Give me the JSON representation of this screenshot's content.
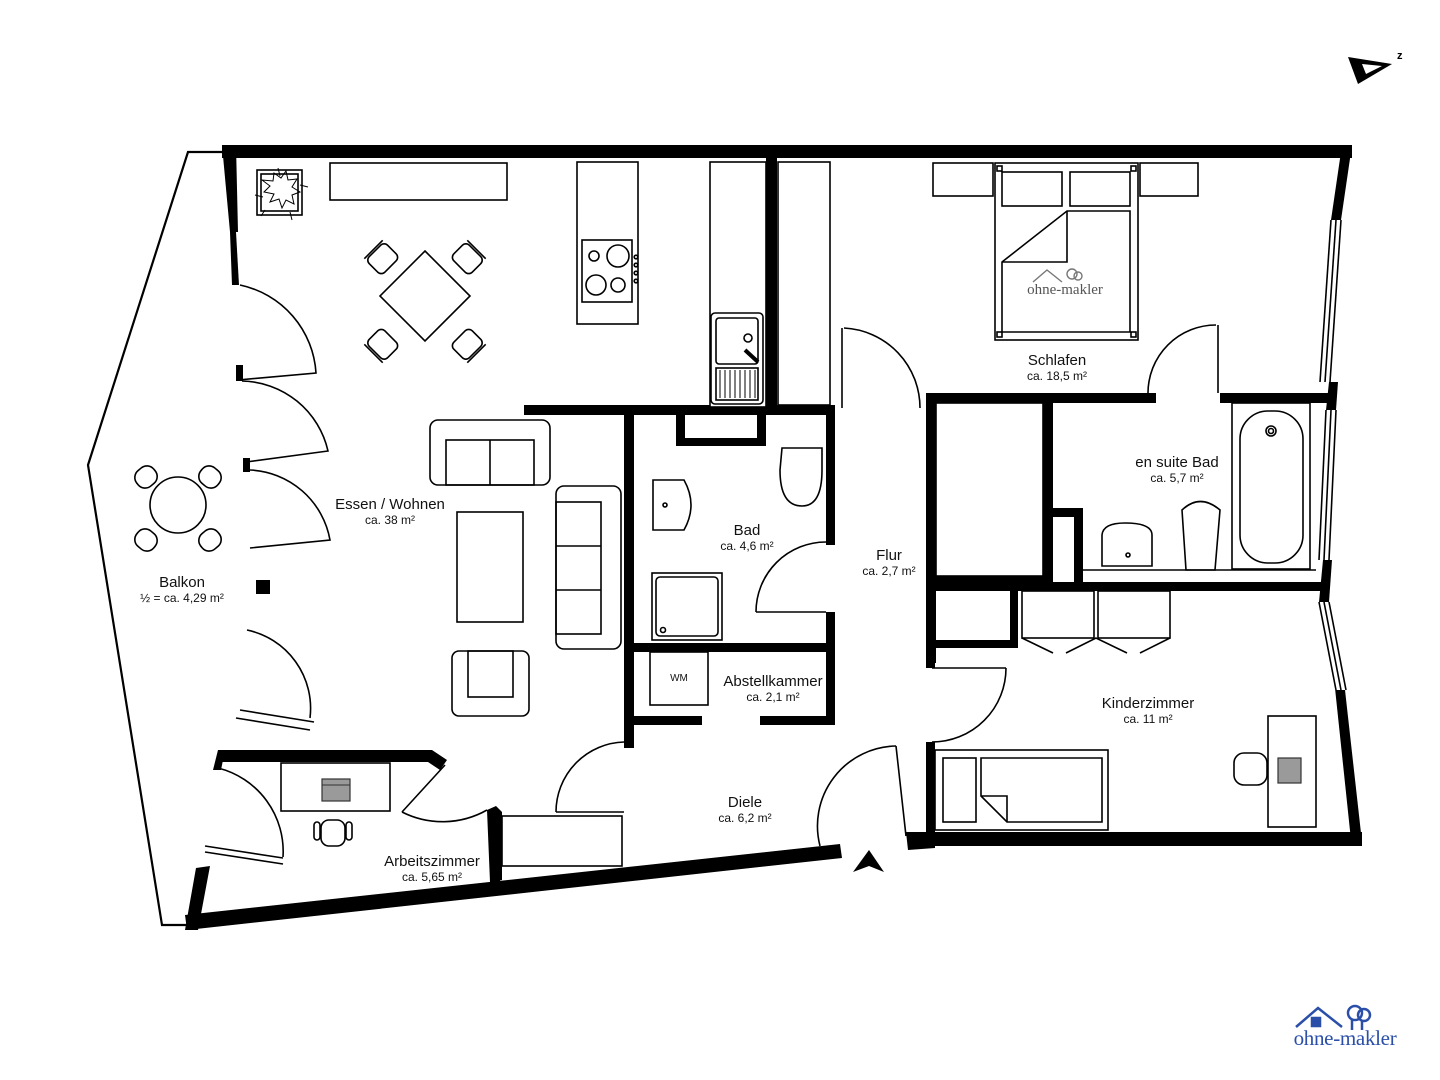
{
  "rooms": [
    {
      "id": "essen-wohnen",
      "name": "Essen / Wohnen",
      "area": "ca. 38 m²"
    },
    {
      "id": "balkon",
      "name": "Balkon",
      "area": "½ = ca. 4,29 m²"
    },
    {
      "id": "arbeitszimmer",
      "name": "Arbeitszimmer",
      "area": "ca. 5,65 m²"
    },
    {
      "id": "bad",
      "name": "Bad",
      "area": "ca. 4,6 m²"
    },
    {
      "id": "abstellkammer",
      "name": "Abstellkammer",
      "area": "ca. 2,1 m²"
    },
    {
      "id": "diele",
      "name": "Diele",
      "area": "ca. 6,2 m²"
    },
    {
      "id": "flur",
      "name": "Flur",
      "area": "ca. 2,7 m²"
    },
    {
      "id": "schlafen",
      "name": "Schlafen",
      "area": "ca. 18,5 m²"
    },
    {
      "id": "en-suite-bad",
      "name": "en suite Bad",
      "area": "ca. 5,7 m²"
    },
    {
      "id": "kinderzimmer",
      "name": "Kinderzimmer",
      "area": "ca. 11 m²"
    }
  ],
  "fixtures": {
    "washing_machine_label": "WM"
  },
  "compass": {
    "north_label": "z"
  },
  "branding": {
    "logo_text": "ohne-makler",
    "watermark_text": "ohne-makler",
    "logo_color": "#2b4fa8"
  }
}
